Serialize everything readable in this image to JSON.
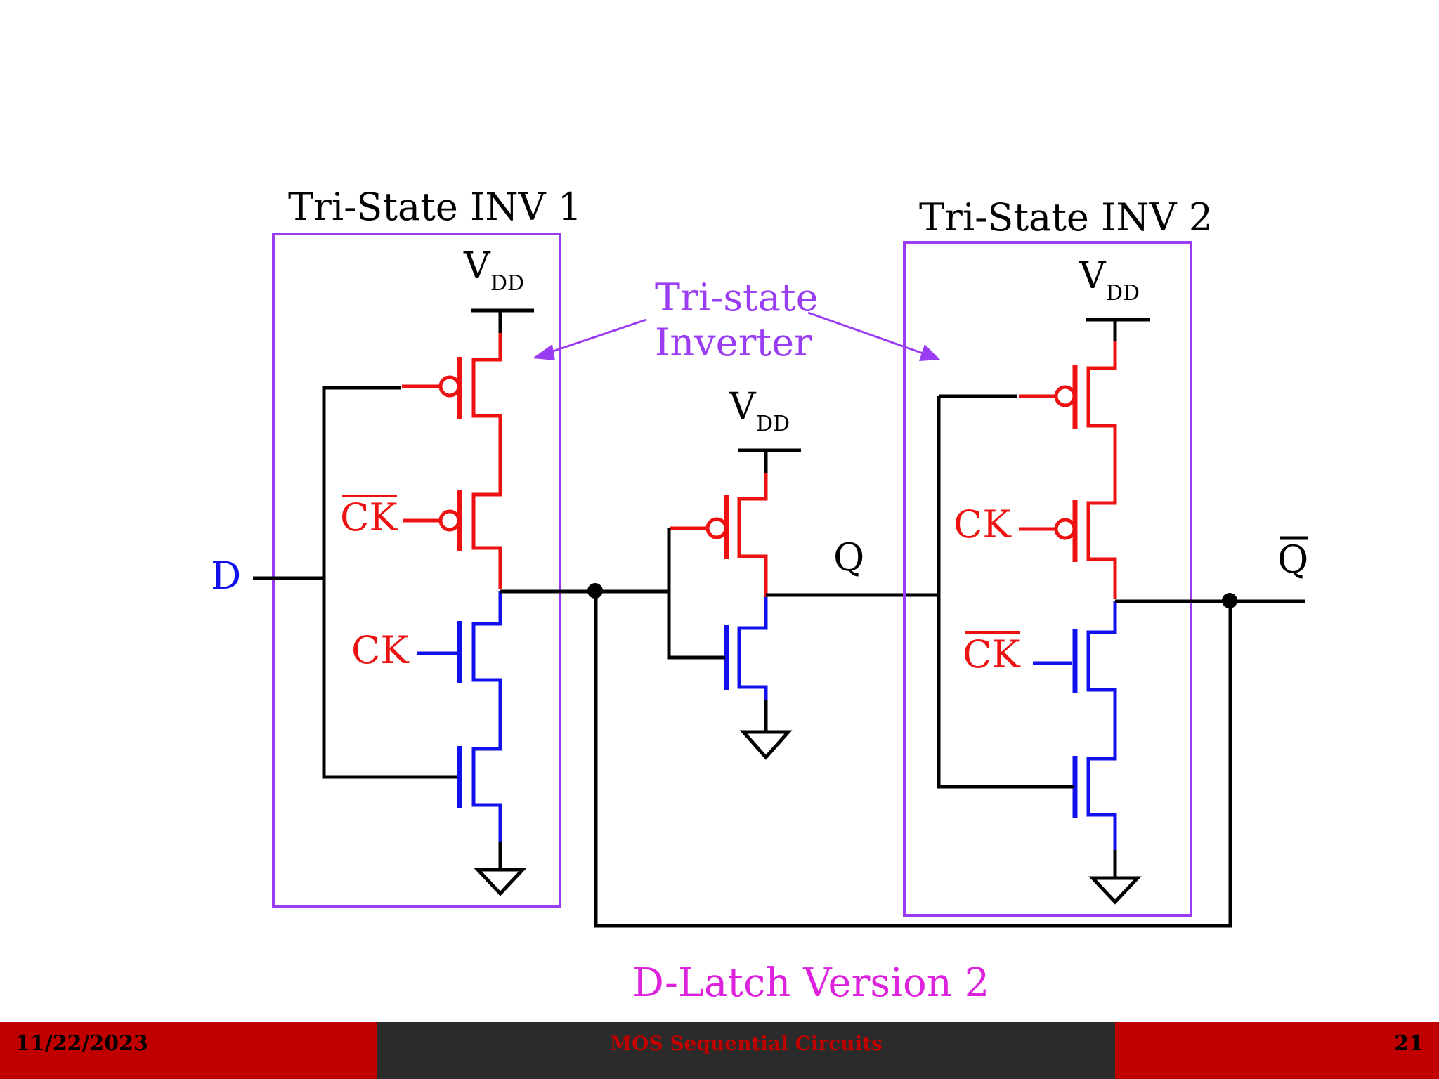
{
  "diagram": {
    "box1_label": "Tri-State INV 1",
    "box2_label": "Tri-State INV 2",
    "callout": [
      "Tri-state",
      "Inverter"
    ],
    "vdd_main": "V",
    "vdd_sub": "DD",
    "input_label": "D",
    "ck_label": "CK",
    "ck_bar_label": "CK",
    "q_label": "Q",
    "qbar_label": "Q",
    "caption": "D-Latch Version 2",
    "colors": {
      "wire": "#000000",
      "pmos": "#ee1111",
      "nmos": "#1111ee",
      "box": "#9a3cf2",
      "input_label": "#1111ee",
      "clock_label": "#ee1111",
      "caption": "#dd22dd"
    }
  },
  "footer": {
    "date": "11/22/2023",
    "title": "MOS Sequential Circuits",
    "page": "21"
  }
}
